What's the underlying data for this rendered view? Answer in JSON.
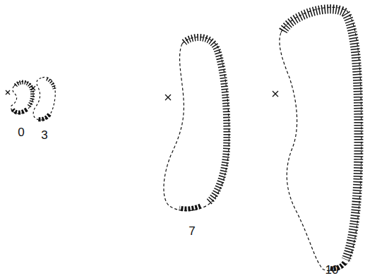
{
  "diagram": {
    "labels": [
      "0",
      "3",
      "7",
      "10"
    ]
  }
}
